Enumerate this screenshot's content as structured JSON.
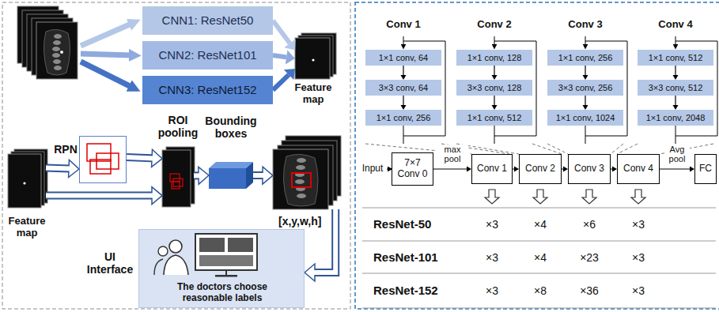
{
  "diagram": {
    "nodes": [
      {
        "text": [
          "CNN1: ResNet50"
        ]
      },
      {
        "text": [
          "CNN2: ResNet101"
        ]
      },
      {
        "text": [
          "CNN3: ResNet152"
        ]
      },
      {
        "text": [
          "Feature map"
        ]
      },
      {
        "text": [
          "Feature map"
        ]
      },
      {
        "text": [
          "RPN"
        ]
      },
      {
        "text": [
          "ROI pooling"
        ]
      },
      {
        "text": [
          "Bounding boxes"
        ]
      },
      {
        "text": [
          "[x,y,w,h]"
        ]
      },
      {
        "text": [
          "UI Interface",
          "The doctors choose reasonable labels"
        ]
      },
      {
        "text": [
          "1×1 conv, 64"
        ]
      },
      {
        "text": [
          "3×3 conv, 64"
        ]
      },
      {
        "text": [
          "1×1 conv, 256"
        ]
      },
      {
        "text": [
          "1×1 conv, 128"
        ]
      },
      {
        "text": [
          "3×3 conv, 128"
        ]
      },
      {
        "text": [
          "1×1 conv, 512"
        ]
      },
      {
        "text": [
          "1×1 conv, 256"
        ]
      },
      {
        "text": [
          "3×3 conv, 256"
        ]
      },
      {
        "text": [
          "1×1 conv, 1024"
        ]
      },
      {
        "text": [
          "1×1 conv, 512"
        ]
      },
      {
        "text": [
          "3×3 conv, 512"
        ]
      },
      {
        "text": [
          "1×1 conv, 2048"
        ]
      },
      {
        "text": [
          "7×7 Conv 0"
        ]
      },
      {
        "text": [
          "Conv 1"
        ]
      },
      {
        "text": [
          "Conv 2"
        ]
      },
      {
        "text": [
          "Conv 3"
        ]
      },
      {
        "text": [
          "Conv 4"
        ]
      },
      {
        "text": [
          "FC"
        ]
      }
    ],
    "edges": [
      {
        "from": 0,
        "to": 3,
        "arrow": "to"
      },
      {
        "from": 1,
        "to": 3,
        "arrow": "to"
      },
      {
        "from": 2,
        "to": 3,
        "arrow": "to"
      },
      {
        "from": 4,
        "to": 5,
        "arrow": "to"
      },
      {
        "from": 5,
        "to": 6,
        "arrow": "to"
      },
      {
        "from": 4,
        "to": 6,
        "arrow": "to"
      },
      {
        "from": 6,
        "to": 7,
        "arrow": "to"
      },
      {
        "from": 7,
        "to": 8,
        "arrow": "to"
      },
      {
        "from": 8,
        "to": 9,
        "arrow": "to"
      },
      {
        "from": 10,
        "to": 11,
        "arrow": "to"
      },
      {
        "from": 11,
        "to": 12,
        "arrow": "to"
      },
      {
        "from": 13,
        "to": 14,
        "arrow": "to"
      },
      {
        "from": 14,
        "to": 15,
        "arrow": "to"
      },
      {
        "from": 16,
        "to": 17,
        "arrow": "to"
      },
      {
        "from": 17,
        "to": 18,
        "arrow": "to"
      },
      {
        "from": 19,
        "to": 20,
        "arrow": "to"
      },
      {
        "from": 20,
        "to": 21,
        "arrow": "to"
      },
      {
        "from": 22,
        "to": 23,
        "label": "max pool",
        "arrow": "to"
      },
      {
        "from": 23,
        "to": 24,
        "arrow": "to"
      },
      {
        "from": 24,
        "to": 25,
        "arrow": "to"
      },
      {
        "from": 25,
        "to": 26,
        "arrow": "to"
      },
      {
        "from": 26,
        "to": 27,
        "label": "Avg pool",
        "arrow": "to"
      }
    ],
    "labels": [
      "Conv 1",
      "Conv 2",
      "Conv 3",
      "Conv 4",
      "Input",
      "ResNet-50",
      "×3",
      "×4",
      "×6",
      "×3",
      "ResNet-101",
      "×3",
      "×4",
      "×23",
      "×3",
      "ResNet-152",
      "×3",
      "×8",
      "×36",
      "×3"
    ]
  }
}
